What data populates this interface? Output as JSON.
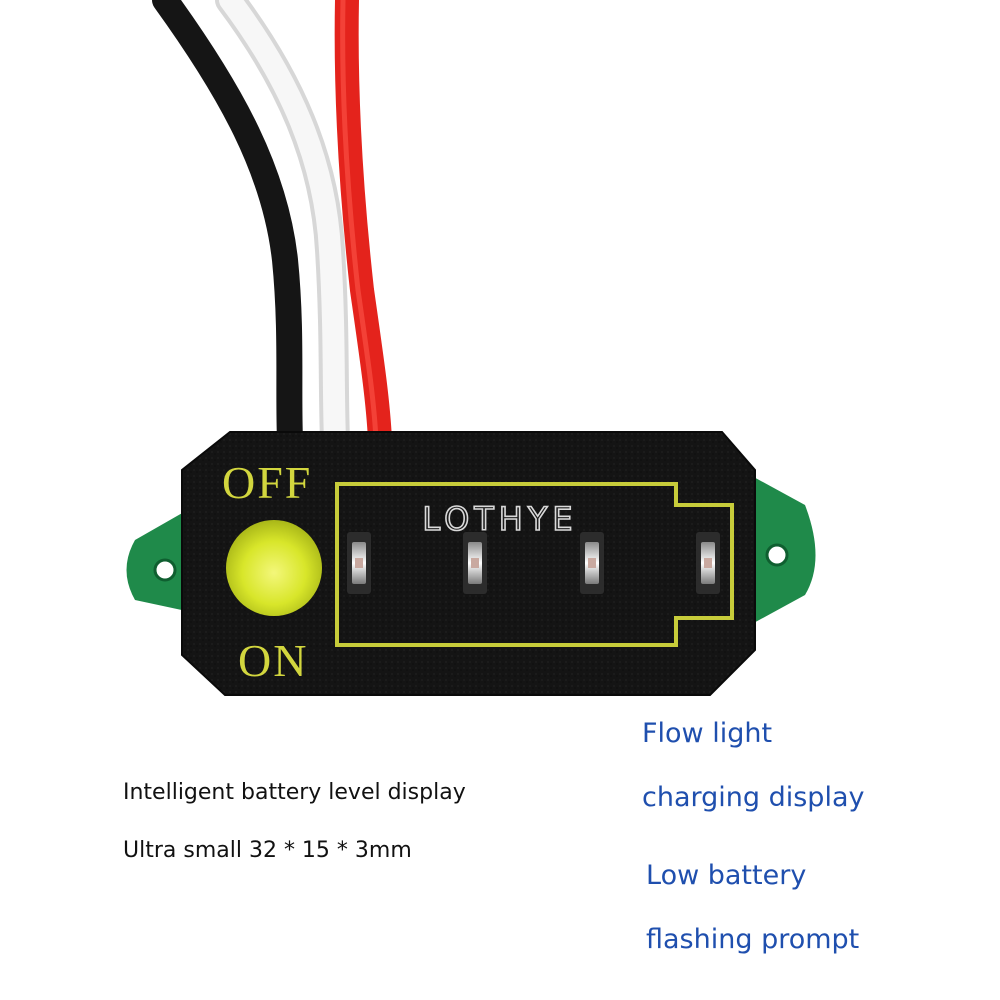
{
  "board": {
    "off_label": "OFF",
    "on_label": "ON",
    "brand": "LOTHYE"
  },
  "captions": {
    "left": [
      "Intelligent battery level display",
      "Ultra small 32 * 15 * 3mm"
    ],
    "right": [
      "Flow light",
      "charging display",
      "Low battery",
      "flashing prompt"
    ]
  },
  "colors": {
    "wire_black": "#151515",
    "wire_white": "#f4f4f4",
    "wire_red": "#e4231c",
    "board_black": "#141414",
    "pcb_green": "#1f8a4a",
    "silkscreen_yellow": "#c7cc3a",
    "button_yellow": "#d8e62a",
    "caption_blue": "#1f4fae"
  }
}
